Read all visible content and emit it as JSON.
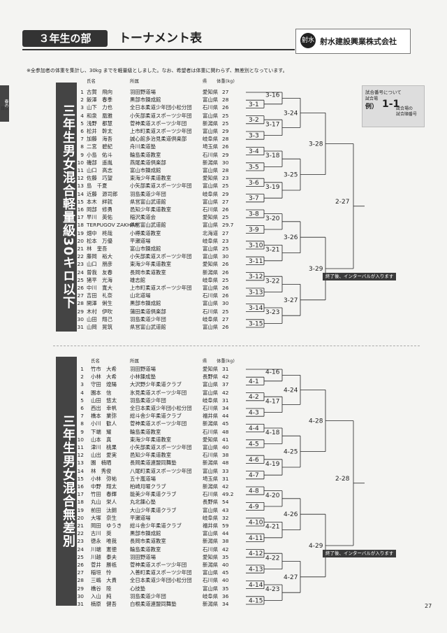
{
  "header": {
    "section": "３年生の部",
    "title": "トーナメント表",
    "sponsor": "射水建設興業株式会社",
    "sponsor_logo_text": "射水"
  },
  "note": "※全参加者の体重を集計し、30kg までを軽量級としました。なお、希望者は体重に関わらず、無差別となっています。",
  "side_tab": "春の",
  "side_label": "目次",
  "legend": {
    "title": "試合番号について",
    "example_label": "例）",
    "example_value": "1-1",
    "hint_top": "試合場",
    "hint_bottom": "試合場の\n試合順番号"
  },
  "page_number": "27",
  "block1": {
    "title": "三年生男女混合軽量級30キロ以下",
    "columns": {
      "name": "氏名",
      "club": "所属",
      "pref": "県",
      "weight": "体重(kg)"
    },
    "entries": [
      {
        "no": "1",
        "name": "古賀　飛向",
        "club": "羽田野道場",
        "pref": "愛知県",
        "weight": "27"
      },
      {
        "no": "2",
        "name": "飯澤　春季",
        "club": "黒部市錬成館",
        "pref": "富山県",
        "weight": "28"
      },
      {
        "no": "3",
        "name": "山下　力也",
        "club": "全日本柔道少年団小松分団",
        "pref": "石川県",
        "weight": "26"
      },
      {
        "no": "4",
        "name": "和泉　凰雅",
        "club": "小矢部柔道スポーツ少年団",
        "pref": "富山県",
        "weight": "25"
      },
      {
        "no": "5",
        "name": "浅野　都慧",
        "club": "菅神柔道スポーツ少年団",
        "pref": "新潟県",
        "weight": "25"
      },
      {
        "no": "6",
        "name": "松井　幹太",
        "club": "上市町柔道スポーツ少年団",
        "pref": "富山県",
        "weight": "29"
      },
      {
        "no": "7",
        "name": "加藤　海吾",
        "club": "誠心館多治見柔道倶楽部",
        "pref": "岐阜県",
        "weight": "28"
      },
      {
        "no": "8",
        "name": "二宮　碧紀",
        "club": "舟川柔道塾",
        "pref": "埼玉県",
        "weight": "26"
      },
      {
        "no": "9",
        "name": "小島　佑斗",
        "club": "輪島柔道教室",
        "pref": "石川県",
        "weight": "29"
      },
      {
        "no": "10",
        "name": "磯部　遥胤",
        "club": "燕尾柔道倶楽部",
        "pref": "新潟県",
        "weight": "30"
      },
      {
        "no": "11",
        "name": "山口　高志",
        "club": "富山市錬成館",
        "pref": "富山県",
        "weight": "28"
      },
      {
        "no": "12",
        "name": "佐藤　巧望",
        "club": "東海少年柔道教室",
        "pref": "愛知県",
        "weight": "23"
      },
      {
        "no": "13",
        "name": "島　千夏",
        "club": "小矢部柔道スポーツ少年団",
        "pref": "富山県",
        "weight": "25"
      },
      {
        "no": "14",
        "name": "近藤　源司郎",
        "club": "羽島柔道少年団",
        "pref": "岐阜県",
        "weight": "29"
      },
      {
        "no": "15",
        "name": "本木　絆就",
        "club": "県営富山武道館",
        "pref": "富山県",
        "weight": "27"
      },
      {
        "no": "16",
        "name": "岡部　修勇",
        "club": "邑知少年柔道教室",
        "pref": "石川県",
        "weight": "26"
      },
      {
        "no": "17",
        "name": "早川　英佑",
        "club": "稲沢柔道会",
        "pref": "愛知県",
        "weight": "25"
      },
      {
        "no": "18",
        "name": "TERPUGOV ZAKHAR",
        "club": "県営富山武道館",
        "pref": "富山県",
        "weight": "29.7"
      },
      {
        "no": "19",
        "name": "畑中　柊哉",
        "club": "小樽柔道教室",
        "pref": "北海道",
        "weight": "27"
      },
      {
        "no": "20",
        "name": "松本　万優",
        "club": "平瀬道場",
        "pref": "岐阜県",
        "weight": "23"
      },
      {
        "no": "21",
        "name": "林　奎吾",
        "club": "富山市錬成館",
        "pref": "富山県",
        "weight": "25"
      },
      {
        "no": "22",
        "name": "藤岡　裕大",
        "club": "小矢部柔道スポーツ少年団",
        "pref": "富山県",
        "weight": "30"
      },
      {
        "no": "23",
        "name": "山口　朋彦",
        "club": "東海少年柔道教室",
        "pref": "愛知県",
        "weight": "26"
      },
      {
        "no": "24",
        "name": "曽我　友春",
        "club": "長岡市柔道教室",
        "pref": "新潟県",
        "weight": "26"
      },
      {
        "no": "25",
        "name": "猪平　光海",
        "club": "雄志館",
        "pref": "岐阜県",
        "weight": "25"
      },
      {
        "no": "26",
        "name": "中川　寛大",
        "club": "上市町柔道スポーツ少年団",
        "pref": "富山県",
        "weight": "26"
      },
      {
        "no": "27",
        "name": "吉田　礼奈",
        "club": "山北道場",
        "pref": "石川県",
        "weight": "26"
      },
      {
        "no": "28",
        "name": "開澤　俐生",
        "club": "黒部市錬成館",
        "pref": "富山県",
        "weight": "30"
      },
      {
        "no": "29",
        "name": "木村　伊吹",
        "club": "蒲田柔道倶楽部",
        "pref": "石川県",
        "weight": "25"
      },
      {
        "no": "30",
        "name": "山田　翔己",
        "club": "羽島柔道少年団",
        "pref": "岐阜県",
        "weight": "27"
      },
      {
        "no": "31",
        "name": "山岡　晃筑",
        "club": "県営富山武道館",
        "pref": "富山県",
        "weight": "26"
      }
    ],
    "r1": [
      "3-1",
      "3-2",
      "3-3",
      "3-4",
      "3-5",
      "3-6",
      "3-7",
      "3-8",
      "3-9",
      "3-10",
      "3-11",
      "3-12",
      "3-13",
      "3-14",
      "3-15"
    ],
    "r2": [
      "3-16",
      "3-17",
      "3-18",
      "3-19",
      "3-20",
      "3-21",
      "3-22",
      "3-23"
    ],
    "r3": [
      "3-24",
      "3-25",
      "3-26",
      "3-27"
    ],
    "r4": [
      "3-28",
      "3-29"
    ],
    "final": "2-27",
    "note": "終了後、インターバルが入ります"
  },
  "block2": {
    "title": "三年生男女混合無差別",
    "columns": {
      "name": "氏名",
      "club": "所属",
      "pref": "県",
      "weight": "体重(kg)"
    },
    "entries": [
      {
        "no": "1",
        "name": "竹市　大希",
        "club": "羽田野道場",
        "pref": "愛知県",
        "weight": "31"
      },
      {
        "no": "2",
        "name": "小林　大希",
        "club": "小林錬成塾",
        "pref": "長野県",
        "weight": "42"
      },
      {
        "no": "3",
        "name": "守田　煌陽",
        "club": "大沢野少年柔道クラブ",
        "pref": "富山県",
        "weight": "37"
      },
      {
        "no": "4",
        "name": "園本　信",
        "club": "氷見柔道スポーツ少年団",
        "pref": "富山県",
        "weight": "42"
      },
      {
        "no": "5",
        "name": "山田　悠太",
        "club": "羽島柔道少年団",
        "pref": "岐阜県",
        "weight": "31"
      },
      {
        "no": "6",
        "name": "西出　幸帆",
        "club": "全日本柔道少年団小松分団",
        "pref": "石川県",
        "weight": "34"
      },
      {
        "no": "7",
        "name": "橋本　業弥",
        "club": "総斗舎少年柔道クラブ",
        "pref": "福井県",
        "weight": "44"
      },
      {
        "no": "8",
        "name": "小川　歓人",
        "club": "菅神柔道スポーツ少年団",
        "pref": "新潟県",
        "weight": "45"
      },
      {
        "no": "9",
        "name": "下端　耀",
        "club": "輪島柔道教室",
        "pref": "石川県",
        "weight": "48"
      },
      {
        "no": "10",
        "name": "山本　真",
        "club": "東海少年柔道教室",
        "pref": "愛知県",
        "weight": "41"
      },
      {
        "no": "11",
        "name": "津川　桃果",
        "club": "小矢部柔道スポーツ少年団",
        "pref": "富山県",
        "weight": "40"
      },
      {
        "no": "12",
        "name": "山出　愛実",
        "club": "邑知少年柔道教室",
        "pref": "石川県",
        "weight": "38"
      },
      {
        "no": "13",
        "name": "園　楠晒",
        "club": "長岡柔道連盟同舞塾",
        "pref": "新潟県",
        "weight": "48"
      },
      {
        "no": "14",
        "name": "林　秀俊",
        "club": "八尾町柔道スポーツ少年団",
        "pref": "富山県",
        "weight": "33"
      },
      {
        "no": "15",
        "name": "小林　弥祐",
        "club": "五十嵐道場",
        "pref": "埼玉県",
        "weight": "31"
      },
      {
        "no": "16",
        "name": "中野　翔太",
        "club": "柏崎月曜クラブ",
        "pref": "新潟県",
        "weight": "42"
      },
      {
        "no": "17",
        "name": "竹田　春輝",
        "club": "能美少年柔道クラブ",
        "pref": "石川県",
        "weight": "49.2"
      },
      {
        "no": "18",
        "name": "丸山　栄人",
        "club": "丸北錬心塾",
        "pref": "長野県",
        "weight": "54"
      },
      {
        "no": "19",
        "name": "前田　汰朗",
        "club": "大山少年柔道クラブ",
        "pref": "富山県",
        "weight": "43"
      },
      {
        "no": "20",
        "name": "大塚　奈生",
        "club": "平瀬道場",
        "pref": "岐阜県",
        "weight": "32"
      },
      {
        "no": "21",
        "name": "岡田　ゆうき",
        "club": "総斗舎少年柔道クラブ",
        "pref": "福井県",
        "weight": "59"
      },
      {
        "no": "22",
        "name": "古川　奨",
        "club": "黒部市錬成館",
        "pref": "富山県",
        "weight": "44"
      },
      {
        "no": "23",
        "name": "徳永　唯我",
        "club": "長岡市柔道教室",
        "pref": "新潟県",
        "weight": "38"
      },
      {
        "no": "24",
        "name": "川端　憲徳",
        "club": "輪島柔道教室",
        "pref": "石川県",
        "weight": "42"
      },
      {
        "no": "25",
        "name": "川越　泰夫",
        "club": "羽田野道場",
        "pref": "愛知県",
        "weight": "35"
      },
      {
        "no": "26",
        "name": "菅井　勝祇",
        "club": "菅神柔道スポーツ少年団",
        "pref": "新潟県",
        "weight": "40"
      },
      {
        "no": "27",
        "name": "稲垣　怜",
        "club": "入善町柔道スポーツ少年団",
        "pref": "富山県",
        "weight": "45"
      },
      {
        "no": "28",
        "name": "三嶋　大貴",
        "club": "全日本柔道少年団小松分団",
        "pref": "石川県",
        "weight": "40"
      },
      {
        "no": "29",
        "name": "橋谷　陸",
        "club": "心技塾",
        "pref": "富山県",
        "weight": "35"
      },
      {
        "no": "30",
        "name": "入山　純",
        "club": "羽島柔道少年団",
        "pref": "岐阜県",
        "weight": "36"
      },
      {
        "no": "31",
        "name": "楠原　健吾",
        "club": "白根柔道連盟同舞塾",
        "pref": "新潟県",
        "weight": "34"
      }
    ],
    "r1": [
      "4-1",
      "4-2",
      "4-3",
      "4-4",
      "4-5",
      "4-6",
      "4-7",
      "4-8",
      "4-9",
      "4-10",
      "4-11",
      "4-12",
      "4-13",
      "4-14",
      "4-15"
    ],
    "r2": [
      "4-16",
      "4-17",
      "4-18",
      "4-19",
      "4-20",
      "4-21",
      "4-22",
      "4-23"
    ],
    "r3": [
      "4-24",
      "4-25",
      "4-26",
      "4-27"
    ],
    "r4": [
      "4-28",
      "4-29"
    ],
    "final": "2-28",
    "note": "終了後、インターバルが入ります"
  },
  "colors": {
    "ink": "#222222",
    "red": "#d4143a",
    "dark": "#3a3a3a"
  }
}
